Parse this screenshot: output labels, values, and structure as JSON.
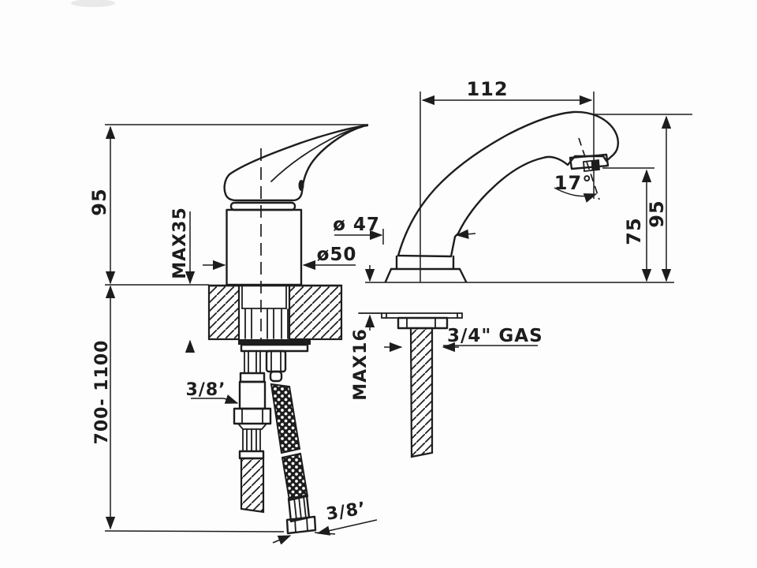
{
  "meta": {
    "type": "technical-installation-drawing",
    "subject": "single-lever basin mixer and curved spout with mounting dimensions"
  },
  "labels": {
    "spout_reach": "112",
    "spout_angle": "17°",
    "spout_height_total": "95",
    "spout_height_outlet": "75",
    "mixer_height_above_deck": "95",
    "deck_thickness_max": "MAX35",
    "mixer_body_diameter": "ø50",
    "spout_base_diameter": "ø 47",
    "supply_height_range": "700- 1100",
    "spout_deck_thickness_max": "MAX16",
    "spout_shank_thread": "3/4\" GAS",
    "supply_pipe_thread": "3/8’",
    "flex_hose_thread": "3/8’"
  },
  "colors": {
    "line": "#1d1d1d",
    "background": "#fdfdfd"
  }
}
